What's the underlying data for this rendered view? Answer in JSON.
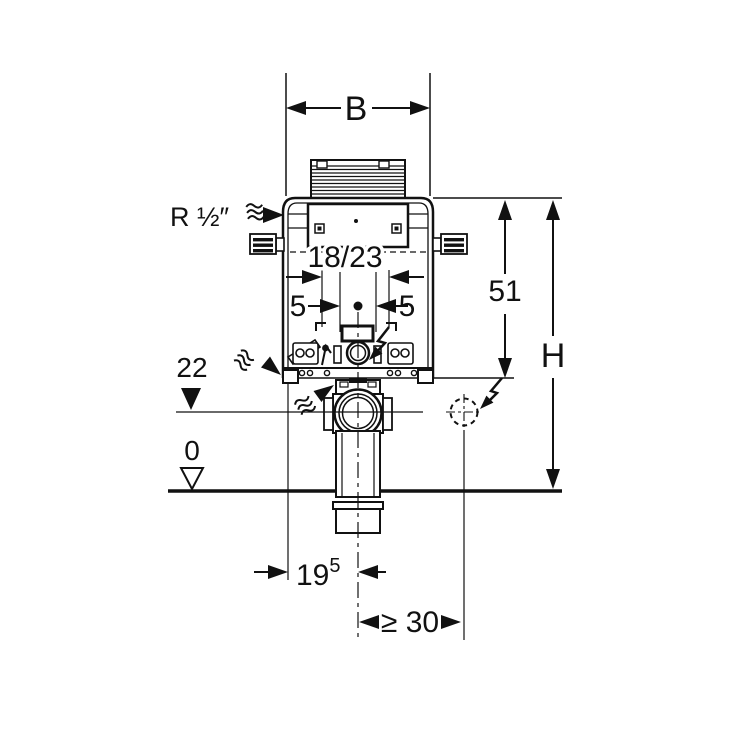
{
  "colors": {
    "ink": "#111111",
    "background": "#ffffff"
  },
  "labels": {
    "width": "B",
    "water_supply": "R ½″",
    "depth_range": "18/23",
    "offset_left": "5",
    "offset_right": "5",
    "cistern_height": "51",
    "total_height": "H",
    "outlet_level": "22",
    "floor_level": "0",
    "outlet_distance_base": "19",
    "outlet_distance_exp": "5",
    "clearance": "≥ 30"
  }
}
